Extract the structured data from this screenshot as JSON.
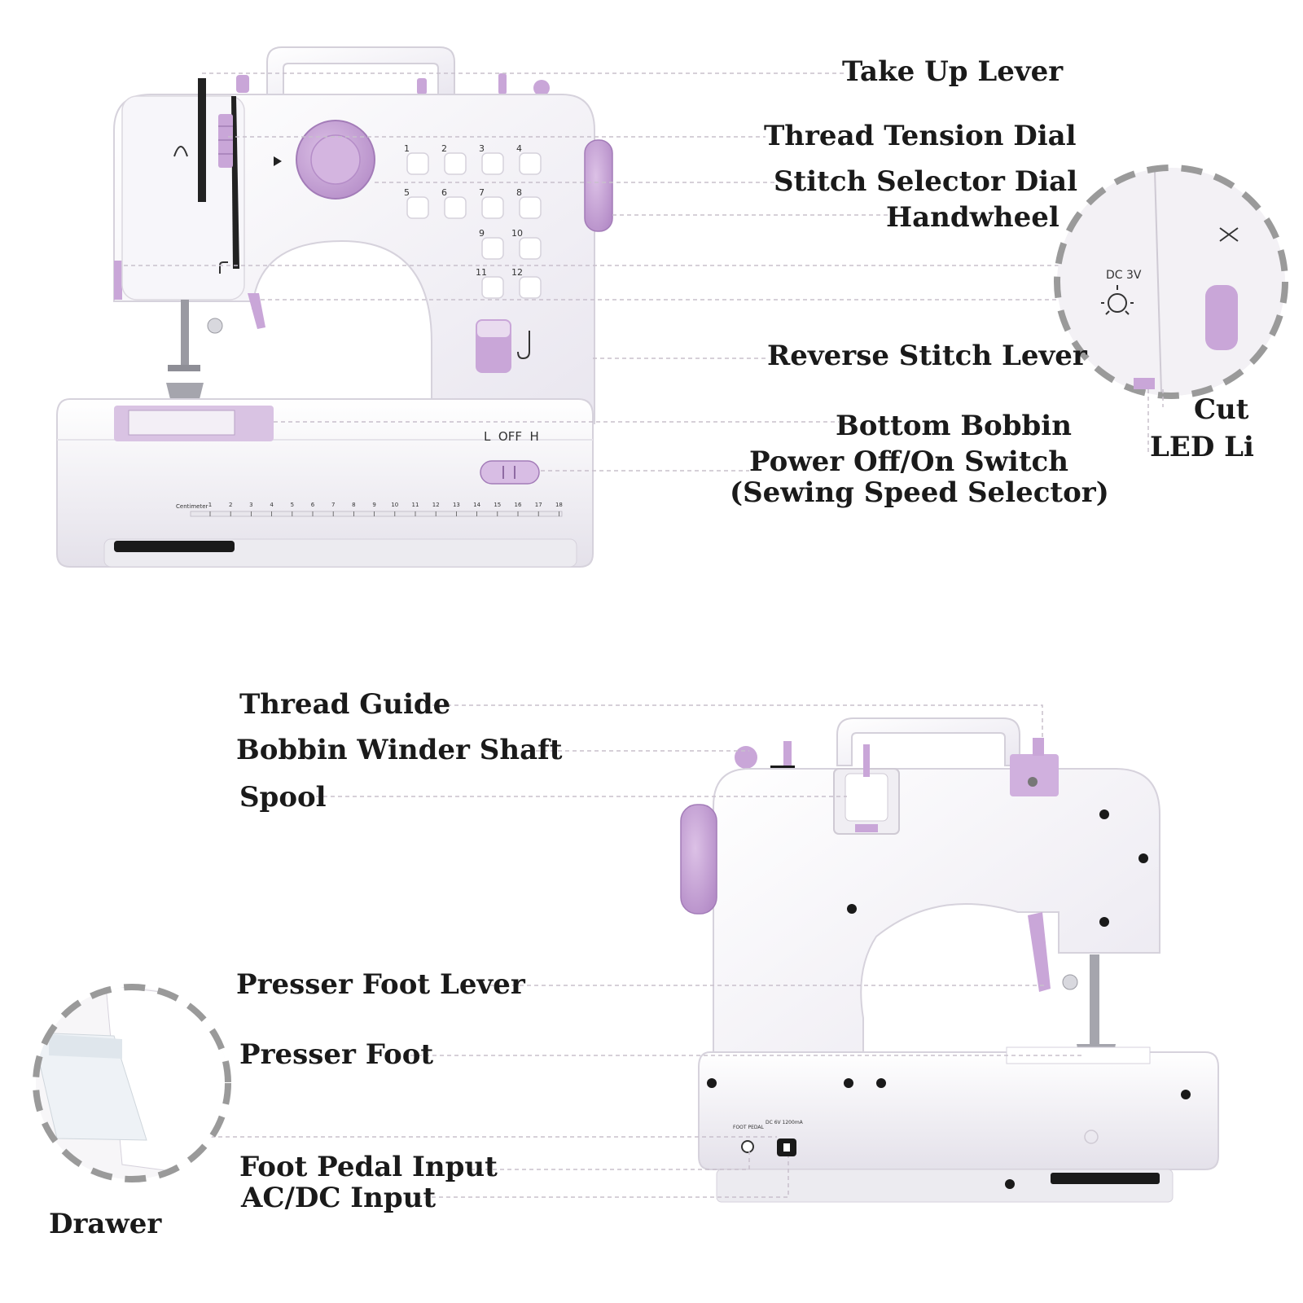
{
  "colors": {
    "body": "#f4f2f8",
    "accent": "#c9a6d8",
    "accent_dark": "#a37cb8",
    "leader": "#c8c0cc",
    "outline": "#d8d4dc"
  },
  "front_view": {
    "labels": {
      "take_up_lever": "Take Up Lever",
      "thread_tension_dial": "Thread Tension Dial",
      "stitch_selector_dial": "Stitch Selector Dial",
      "handwheel": "Handwheel",
      "reverse_stitch_lever": "Reverse Stitch Lever",
      "bottom_bobbin": "Bottom Bobbin",
      "power_switch_line1": "Power Off/On Switch",
      "power_switch_line2": "(Sewing Speed Selector)"
    },
    "machine_text": {
      "switch_positions": "L  OFF  H",
      "ruler_unit": "Centimeter",
      "ruler_ticks": [
        "1",
        "2",
        "3",
        "4",
        "5",
        "6",
        "7",
        "8",
        "9",
        "10",
        "11",
        "12",
        "13",
        "14",
        "15",
        "16",
        "17",
        "18"
      ],
      "stitch_numbers": [
        "1",
        "2",
        "3",
        "4",
        "5",
        "6",
        "7",
        "8",
        "9",
        "10",
        "11",
        "12"
      ]
    }
  },
  "detail_right": {
    "light_text": "DC 3V",
    "label_cutter_partial": "Cut",
    "label_led_partial": "LED Li"
  },
  "back_view": {
    "labels": {
      "thread_guide": "Thread Guide",
      "bobbin_winder_shaft": "Bobbin Winder Shaft",
      "spool": "Spool",
      "presser_foot_lever": "Presser Foot Lever",
      "presser_foot": "Presser Foot",
      "foot_pedal_input": "Foot Pedal Input",
      "ac_dc_input": "AC/DC Input",
      "drawer": "Drawer"
    },
    "machine_text": {
      "foot_pedal": "FOOT PEDAL",
      "power_rating": "DC 6V 1200mA"
    }
  }
}
